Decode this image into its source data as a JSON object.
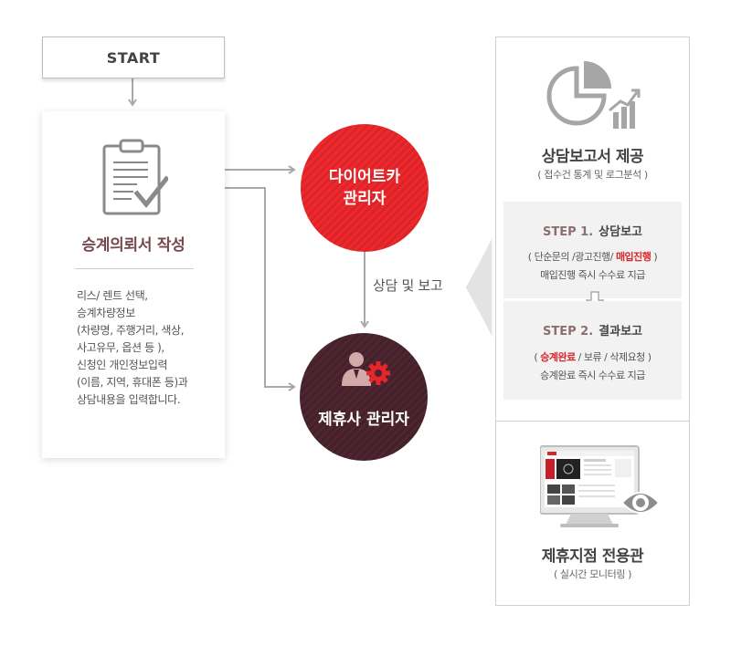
{
  "start": {
    "label": "START"
  },
  "application": {
    "title": "승계의뢰서 작성",
    "lines": [
      "리스/ 렌트 선택,",
      "승계차량정보",
      "(차량명, 주행거리, 색상,",
      "사고유무, 옵션 등 ),",
      "신청인 개인정보입력",
      "(이름, 지역, 휴대폰 등)과",
      "상담내용을 입력합니다."
    ]
  },
  "diet_manager": {
    "line1": "다이어트카",
    "line2": "관리자"
  },
  "partner_manager": {
    "label": "제휴사 관리자"
  },
  "consult_report": "상담 및 보고",
  "report": {
    "title": "상담보고서 제공",
    "subtitle": "( 접수건 통계 및 로그분석 )"
  },
  "step1": {
    "label": "STEP 1.",
    "title": "상담보고",
    "line_pre": "( 단순문의 /광고진행/ ",
    "line_highlight": "매입진행",
    "line_post": " )",
    "line2": "매입진행 즉시 수수료 지급"
  },
  "step2": {
    "label": "STEP 2.",
    "title": "결과보고",
    "line_pre": "( ",
    "line_highlight": "승계완료",
    "line_post": " / 보류 / 삭제요청 )",
    "line2": "승계완료 즉시 수수료 지급"
  },
  "branch": {
    "title": "제휴지점 전용관",
    "subtitle": "( 실시간 모니터링 )"
  },
  "colors": {
    "accent_red": "#e52529",
    "partner_dark": "#4a2330",
    "title_brown": "#75484d",
    "connector_gray": "#a9a9a9"
  }
}
